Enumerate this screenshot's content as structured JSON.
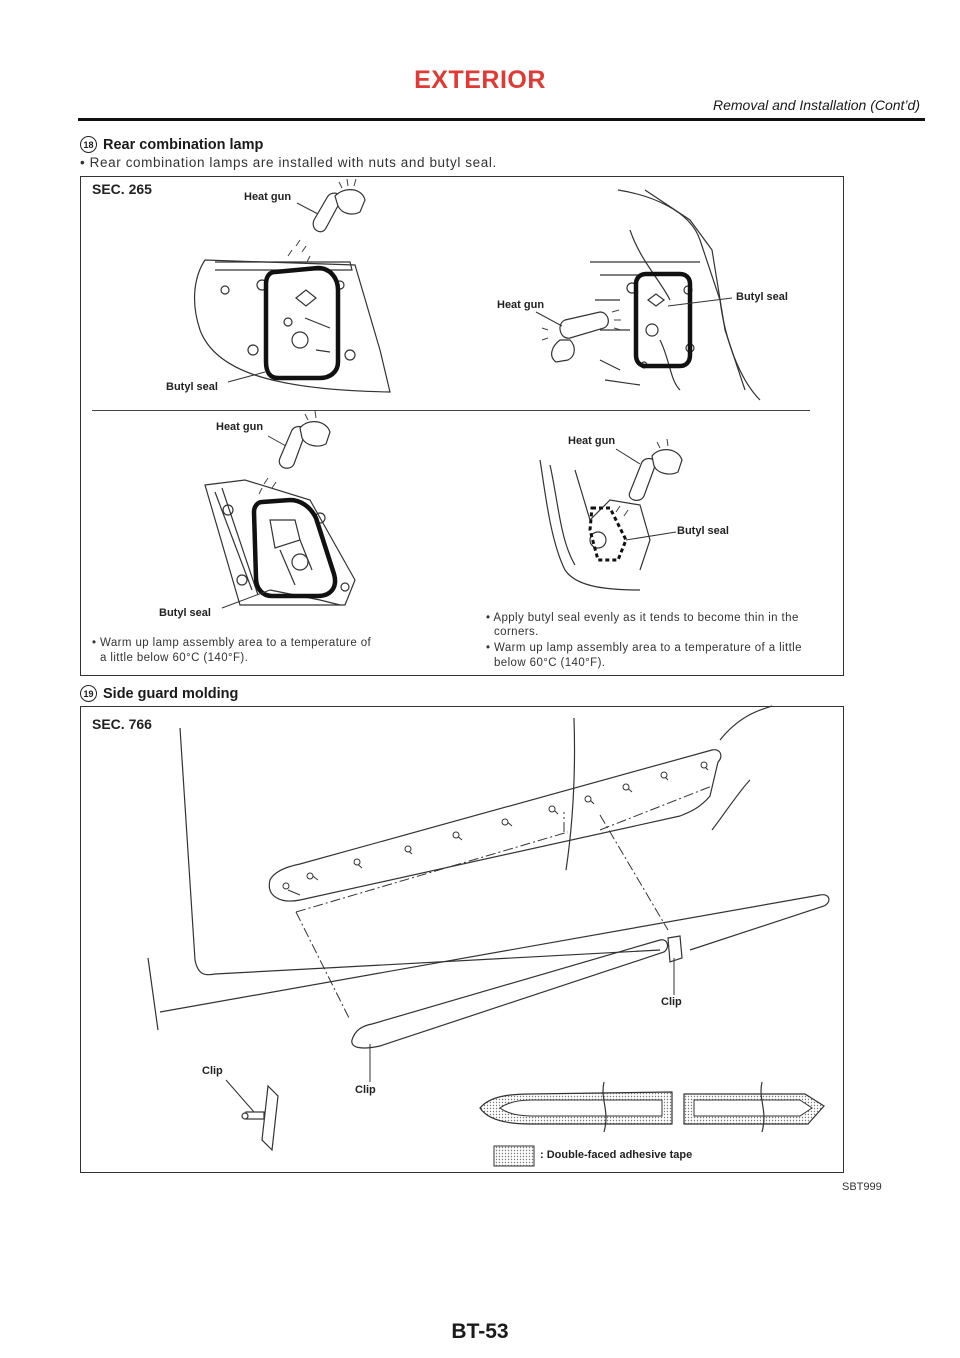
{
  "header": {
    "title": "EXTERIOR",
    "subtitle": "Removal and Installation (Cont’d)"
  },
  "section18": {
    "number": "18",
    "title": "Rear combination lamp",
    "bullet": "• Rear combination lamps are installed with nuts and butyl seal.",
    "sec_code": "SEC. 265",
    "labels": {
      "heat_gun_1": "Heat gun",
      "butyl_seal_1": "Butyl seal",
      "heat_gun_2": "Heat gun",
      "butyl_seal_2": "Butyl seal",
      "heat_gun_3": "Heat gun",
      "butyl_seal_3": "Butyl seal",
      "heat_gun_4": "Heat gun",
      "butyl_seal_4": "Butyl seal"
    },
    "note_left_1": "• Warm up lamp assembly area to a temperature of",
    "note_left_2": "a little below 60°C (140°F).",
    "note_right_1": "• Apply butyl seal evenly as it tends to become thin in the",
    "note_right_2": "corners.",
    "note_right_3": "• Warm up lamp assembly area to a temperature of a little",
    "note_right_4": "below 60°C (140°F)."
  },
  "section19": {
    "number": "19",
    "title": "Side guard molding",
    "sec_code": "SEC. 766",
    "labels": {
      "clip_1": "Clip",
      "clip_2": "Clip",
      "clip_3": "Clip",
      "tape_legend": ": Double-faced adhesive tape"
    }
  },
  "figure_ref": "SBT999",
  "page_number": "BT-53"
}
